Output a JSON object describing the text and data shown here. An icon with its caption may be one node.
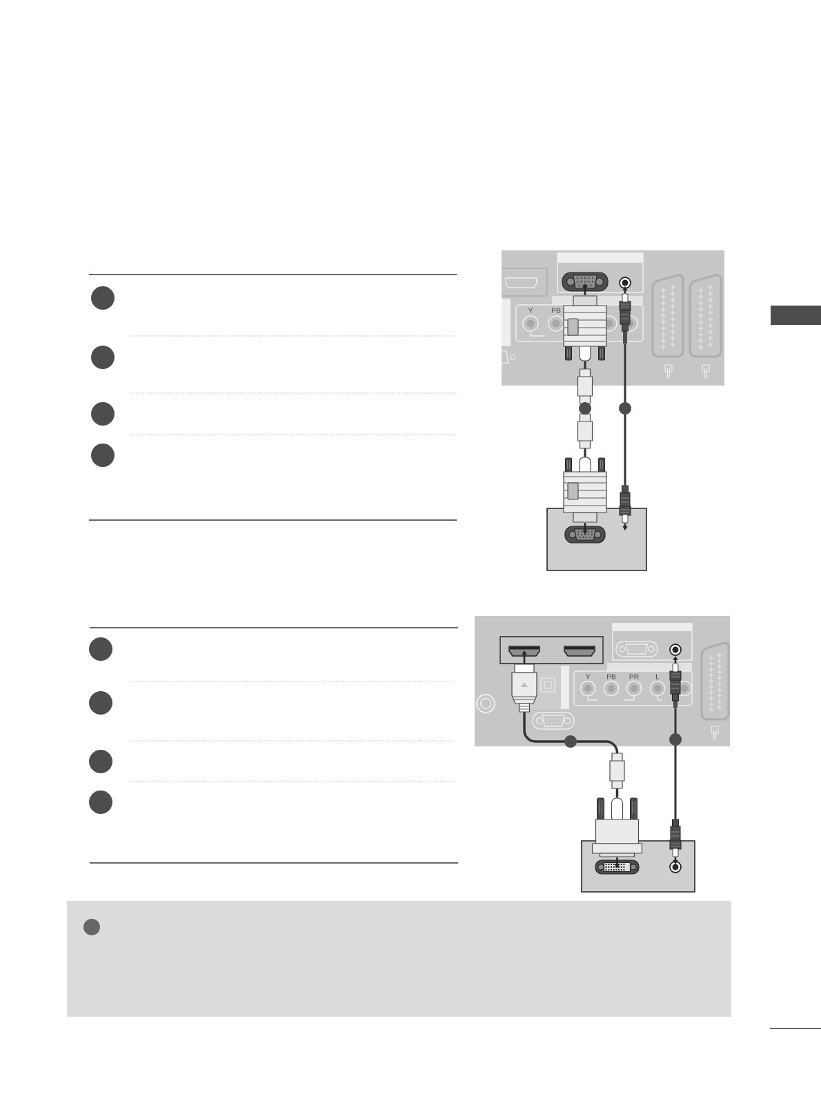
{
  "diagram": {
    "nodes": [
      {
        "text": [],
        "shape": "box"
      },
      {
        "text": [],
        "shape": "picture",
        "in": 0
      },
      {
        "text": [],
        "shape": "picture",
        "in": 0
      },
      {
        "text": [
          "Y",
          "PB"
        ],
        "in": 0
      },
      {
        "text": [],
        "shape": "picture"
      },
      {
        "text": [],
        "shape": "picture"
      },
      {
        "text": [],
        "shape": "box"
      },
      {
        "text": [],
        "shape": "box"
      },
      {
        "text": [],
        "shape": "picture",
        "in": 7
      },
      {
        "text": [],
        "shape": "picture",
        "in": 7
      },
      {
        "text": [
          "Y",
          "PB",
          "PR",
          "L"
        ],
        "in": 7
      },
      {
        "text": [],
        "shape": "picture"
      },
      {
        "text": [],
        "shape": "picture"
      },
      {
        "text": [],
        "shape": "box"
      },
      {
        "text": [],
        "shape": "box"
      }
    ],
    "edges": [
      {
        "from": 4,
        "to": 1,
        "arrow": "none"
      },
      {
        "from": 5,
        "to": 2,
        "arrow": "none"
      },
      {
        "from": 11,
        "to": 8,
        "arrow": "none"
      },
      {
        "from": 12,
        "to": 9,
        "arrow": "none"
      }
    ]
  }
}
